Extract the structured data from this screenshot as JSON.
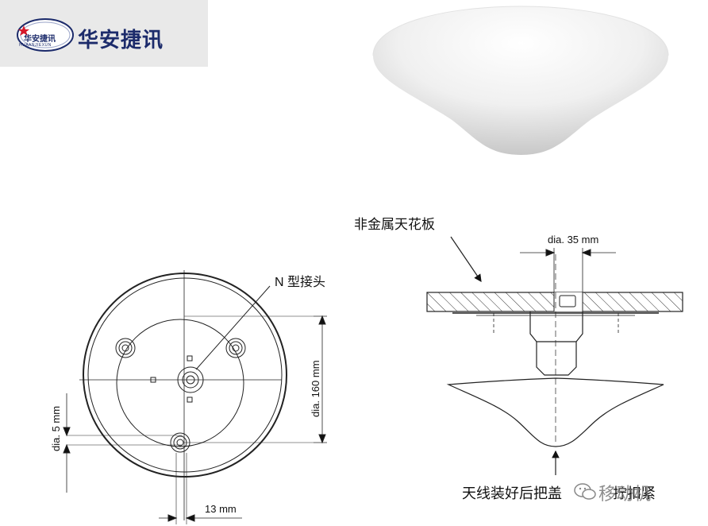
{
  "logo": {
    "small_text": "华安捷讯",
    "sub_text": "HUAANJIEXUN",
    "company_name": "华安捷讯",
    "brand_color": "#1c2b6b",
    "star_color": "#d7182a"
  },
  "labels": {
    "n_connector": "N 型接头",
    "ceiling": "非金属天花板",
    "dia_35": "dia. 35 mm",
    "dia_160": "dia. 160 mm",
    "dia_5": "dia. 5 mm",
    "dim_13": "13 mm",
    "instruction": "天线装好后把盖",
    "instruction_tail": "拧扣紧"
  },
  "watermark": {
    "text": "移动机"
  }
}
